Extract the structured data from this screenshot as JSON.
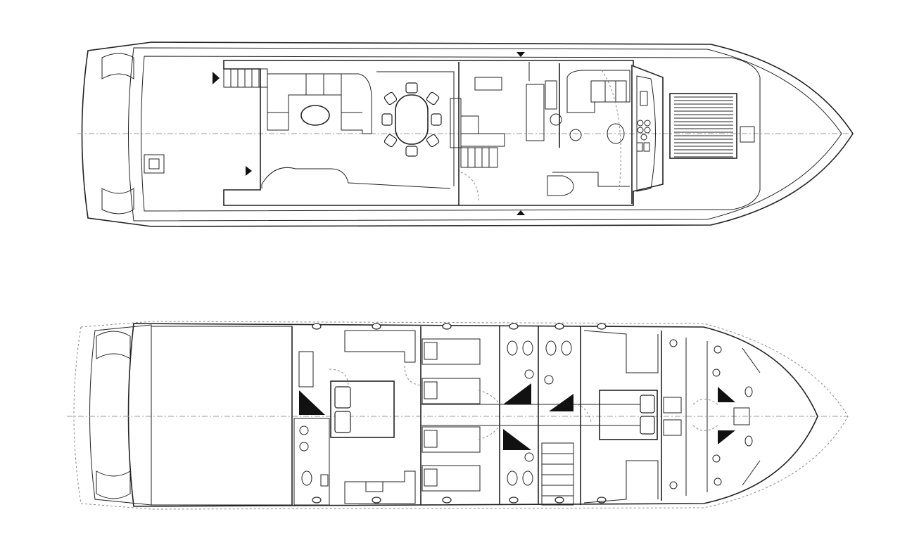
{
  "diagram": {
    "type": "yacht-deck-plan",
    "views": [
      "main-deck",
      "lower-deck"
    ],
    "colors": {
      "line": "#222222",
      "background": "#ffffff",
      "centerline": "#999999"
    }
  }
}
